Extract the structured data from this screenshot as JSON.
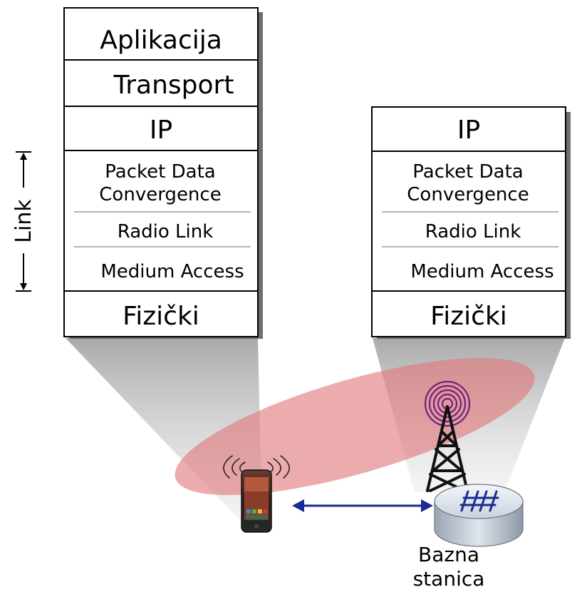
{
  "stacks": {
    "phone": {
      "layers": {
        "application": "Aplikacija",
        "transport": "Transport",
        "network": "IP",
        "pdc_line1": "Packet Data",
        "pdc_line2": "Convergence",
        "radio_link": "Radio Link",
        "medium_access": "Medium Access",
        "physical": "Fizički"
      }
    },
    "base_station": {
      "layers": {
        "network": "IP",
        "pdc_line1": "Packet Data",
        "pdc_line2": "Convergence",
        "radio_link": "Radio Link",
        "medium_access": "Medium Access",
        "physical": "Fizički"
      }
    }
  },
  "link_bracket": {
    "label": "Link"
  },
  "base_station_label": {
    "line1": "Bazna",
    "line2": "stanica"
  },
  "colors": {
    "ellipse": "#e59a9c",
    "arrow": "#1a2a9a",
    "tower_rings": "#7a1e7a",
    "beam_shadow": "#b4b4b4"
  }
}
